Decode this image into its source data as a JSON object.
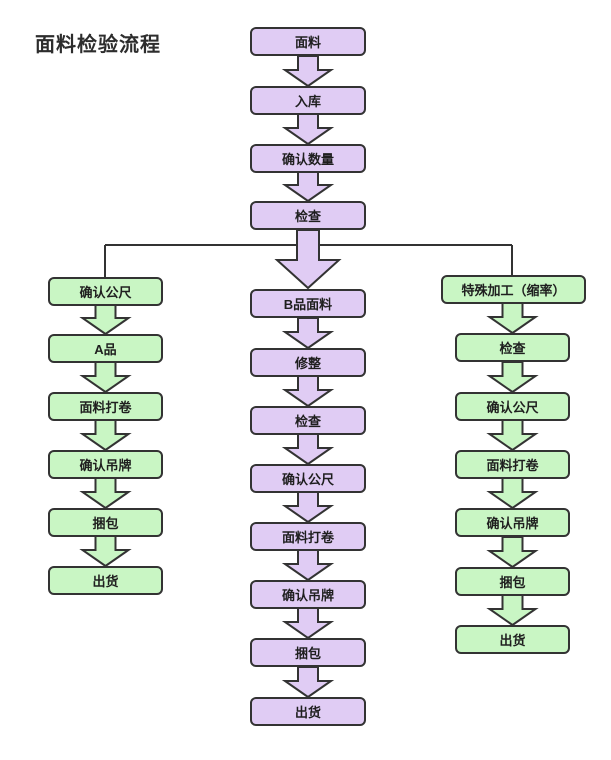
{
  "title": "面料检验流程",
  "colors": {
    "node_purple": "#e0ccf4",
    "node_green": "#c9f6c4",
    "outline": "#333333",
    "background": "#ffffff",
    "text": "#1f1f1f"
  },
  "flow": {
    "top": [
      "面料",
      "入库",
      "确认数量",
      "检查"
    ],
    "left": [
      "确认公尺",
      "A品",
      "面料打卷",
      "确认吊牌",
      "捆包",
      "出货"
    ],
    "middle": [
      "B品面料",
      "修整",
      "检查",
      "确认公尺",
      "面料打卷",
      "确认吊牌",
      "捆包",
      "出货"
    ],
    "right": [
      "特殊加工（缩率）",
      "检查",
      "确认公尺",
      "面料打卷",
      "确认吊牌",
      "捆包",
      "出货"
    ]
  }
}
